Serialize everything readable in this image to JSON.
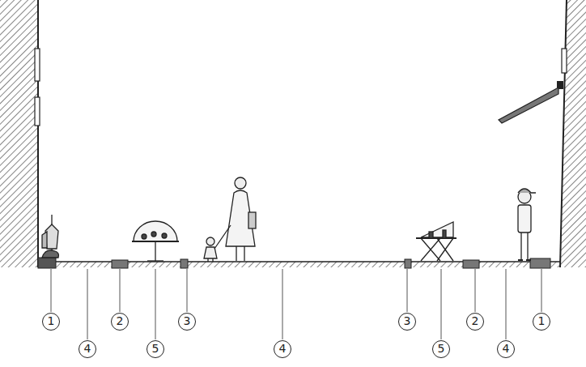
{
  "diagram": {
    "labels": [
      "1",
      "4",
      "2",
      "5",
      "3",
      "4",
      "3",
      "5",
      "2",
      "4",
      "1"
    ]
  }
}
